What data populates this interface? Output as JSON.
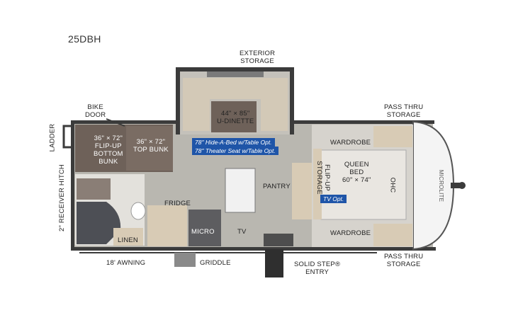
{
  "model": "25DBH",
  "labels": {
    "exterior_storage": [
      "EXTERIOR",
      "STORAGE"
    ],
    "bike_door": [
      "BIKE",
      "DOOR"
    ],
    "pass_thru_storage_top": [
      "PASS THRU",
      "STORAGE"
    ],
    "pass_thru_storage_bottom": [
      "PASS THRU",
      "STORAGE"
    ],
    "ladder": "LADDER",
    "receiver_hitch": "2\" RECEIVER HITCH",
    "dinette": [
      "44\" × 85\"",
      "U-DINETTE"
    ],
    "flipup_bunk": [
      "36\" × 72\"",
      "FLIP-UP",
      "BOTTOM",
      "BUNK"
    ],
    "top_bunk": [
      "36\" × 72\"",
      "TOP BUNK"
    ],
    "wardrobe_top": "WARDROBE",
    "wardrobe_bottom": "WARDROBE",
    "flipup_storage": [
      "FLIP-UP",
      "STORAGE"
    ],
    "queen_bed": [
      "QUEEN",
      "BED",
      "60\" × 74\""
    ],
    "ohc": "OHC",
    "pantry": "PANTRY",
    "fridge": "FRIDGE",
    "micro": "MICRO",
    "tv": "TV",
    "linen": "LINEN",
    "awning": "18' AWNING",
    "griddle": "GRIDDLE",
    "solid_step": [
      "SOLID STEP®",
      "ENTRY"
    ],
    "brand": "MICROLITE"
  },
  "options": {
    "hide_a_bed": "78\" Hide-A-Bed w/Table Opt.",
    "theater_seat": "78\" Theater Seat w/Table Opt.",
    "tv_opt": "TV Opt."
  },
  "colors": {
    "wall": "#3b3b3b",
    "floor": "#b5b3ac",
    "cabinet": "#d8cbb5",
    "option_blue": "#1f55a8",
    "bed": "#e9e6e1"
  }
}
